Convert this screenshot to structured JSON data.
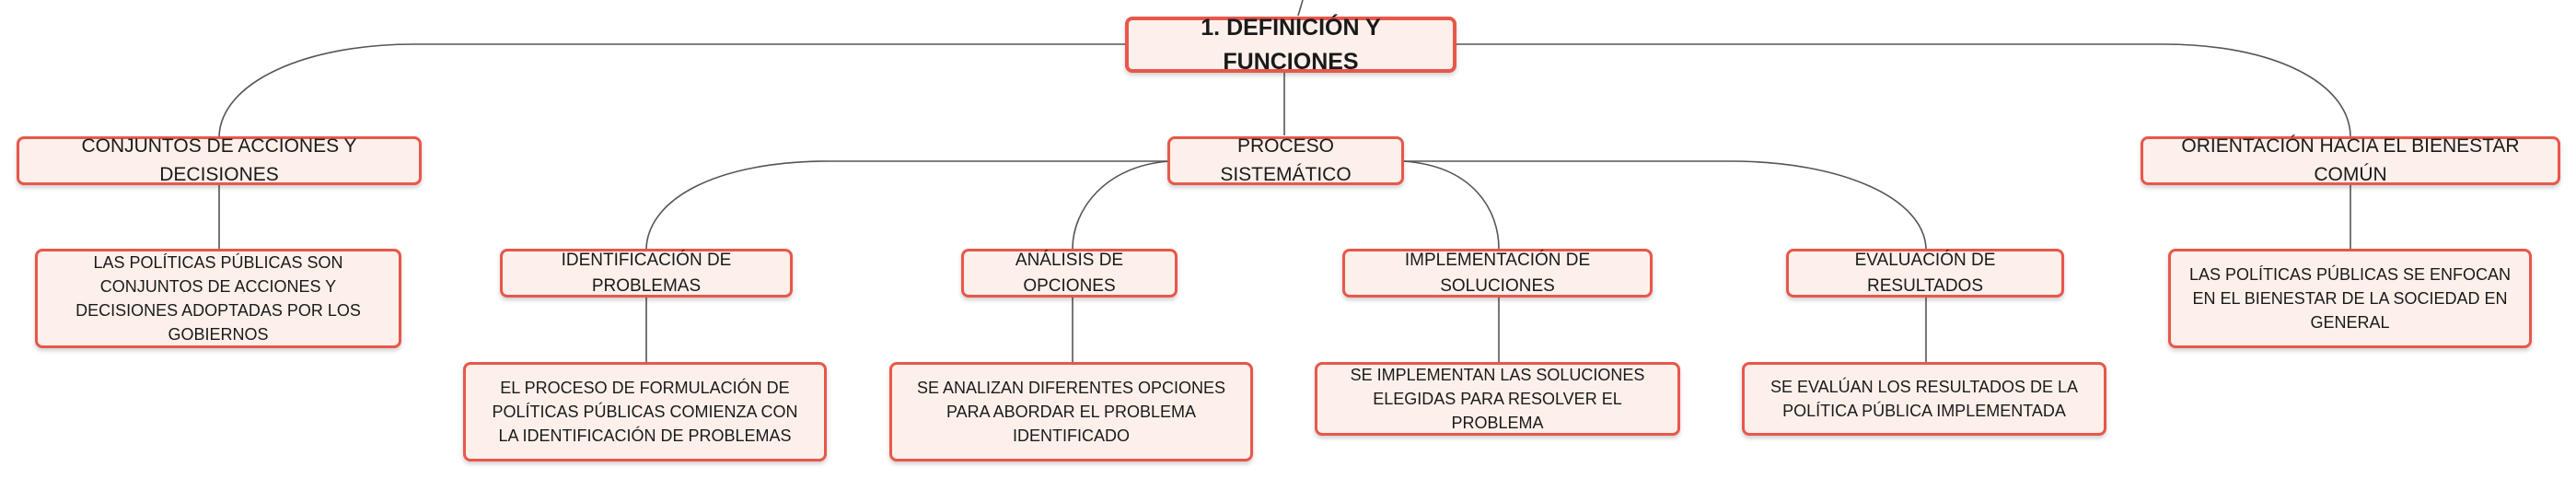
{
  "root": {
    "label": "1. DEFINICIÓN Y FUNCIONES"
  },
  "branches": {
    "acciones": {
      "label": "CONJUNTOS DE ACCIONES Y DECISIONES",
      "detail": "LAS POLÍTICAS PÚBLICAS SON CONJUNTOS DE ACCIONES Y DECISIONES ADOPTADAS POR LOS GOBIERNOS"
    },
    "proceso": {
      "label": "PROCESO SISTEMÁTICO",
      "steps": [
        {
          "label": "IDENTIFICACIÓN DE PROBLEMAS",
          "detail": "EL PROCESO DE FORMULACIÓN DE POLÍTICAS PÚBLICAS COMIENZA CON LA IDENTIFICACIÓN DE PROBLEMAS"
        },
        {
          "label": "ANÁLISIS DE OPCIONES",
          "detail": "SE ANALIZAN DIFERENTES OPCIONES PARA ABORDAR EL PROBLEMA IDENTIFICADO"
        },
        {
          "label": "IMPLEMENTACIÓN DE SOLUCIONES",
          "detail": "SE IMPLEMENTAN LAS SOLUCIONES ELEGIDAS PARA RESOLVER EL PROBLEMA"
        },
        {
          "label": "EVALUACIÓN DE RESULTADOS",
          "detail": "SE EVALÚAN LOS RESULTADOS DE LA POLÍTICA PÚBLICA IMPLEMENTADA"
        }
      ]
    },
    "bienestar": {
      "label": "ORIENTACIÓN HACIA EL BIENESTAR COMÚN",
      "detail": "LAS POLÍTICAS PÚBLICAS SE ENFOCAN EN EL BIENESTAR DE LA SOCIEDAD EN GENERAL"
    }
  },
  "colors": {
    "accent": "#e8574a",
    "node_fill": "#fdf0eb",
    "connector": "#555555"
  }
}
